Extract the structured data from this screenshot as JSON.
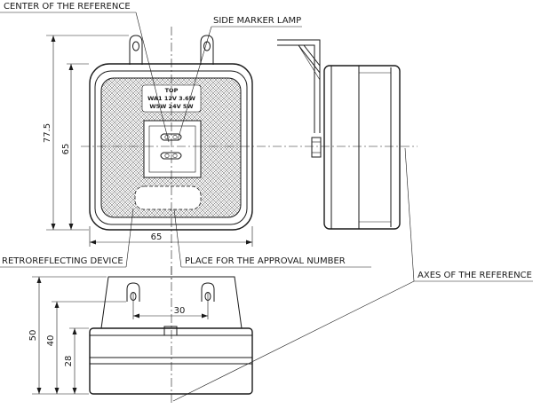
{
  "labels": {
    "center_reference": "CENTER OF THE REFERENCE",
    "side_marker_lamp": "SIDE MARKER LAMP",
    "retroreflecting_device": "RETROREFLECTING DEVICE",
    "approval_number": "PLACE FOR THE APPROVAL NUMBER",
    "axes_reference": "AXES OF THE REFERENCE"
  },
  "lens_marking": {
    "line1": "TOP",
    "line2": "WA1 12V 3.6W",
    "line3": "W5W 24V 5W"
  },
  "dimensions": {
    "height_total": "77.5",
    "height_body": "65",
    "width_body": "65",
    "bolt_spacing": "30",
    "bottom_50": "50",
    "bottom_40": "40",
    "bottom_28": "28"
  },
  "colors": {
    "line": "#1a1a1a",
    "background": "#ffffff"
  }
}
